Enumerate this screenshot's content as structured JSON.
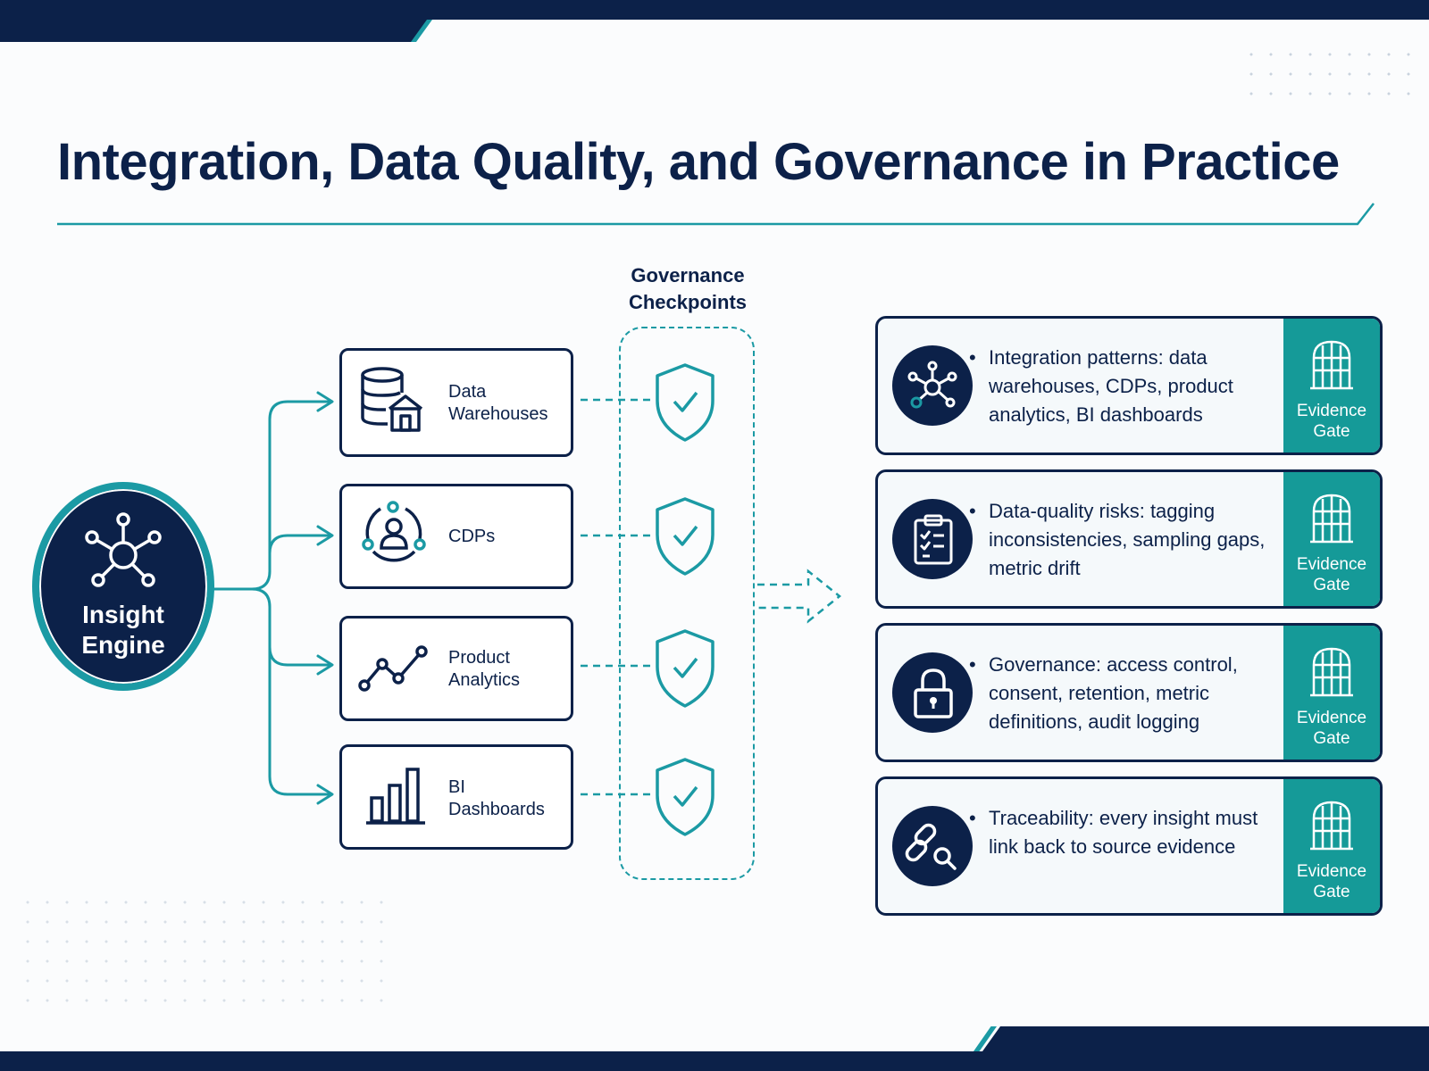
{
  "title": "Integration, Data Quality, and Governance in Practice",
  "colors": {
    "navy": "#0c2149",
    "teal": "#1b9aa4",
    "gate": "#159a98"
  },
  "engine": {
    "label": "Insight\nEngine",
    "icon": "network-hub-icon"
  },
  "sources": [
    {
      "label": "Data\nWarehouses",
      "icon": "database-warehouse-icon"
    },
    {
      "label": "CDPs",
      "icon": "customer-profile-icon"
    },
    {
      "label": "Product\nAnalytics",
      "icon": "line-trend-icon"
    },
    {
      "label": "BI\nDashboards",
      "icon": "bar-chart-icon"
    }
  ],
  "checkpoints": {
    "title": "Governance\nCheckpoints",
    "icon": "shield-check-icon"
  },
  "cards": [
    {
      "text": "Integration patterns: data warehouses, CDPs, product analytics, BI dashboards",
      "icon": "network-hub-icon",
      "gate": "Evidence\nGate"
    },
    {
      "text": "Data-quality risks: tagging inconsistencies, sampling gaps, metric drift",
      "icon": "checklist-icon",
      "gate": "Evidence\nGate"
    },
    {
      "text": "Governance: access control, consent, retention, metric definitions, audit logging",
      "icon": "padlock-icon",
      "gate": "Evidence\nGate"
    },
    {
      "text": "Traceability: every insight must link back to source evidence",
      "icon": "link-search-icon",
      "gate": "Evidence\nGate"
    }
  ]
}
